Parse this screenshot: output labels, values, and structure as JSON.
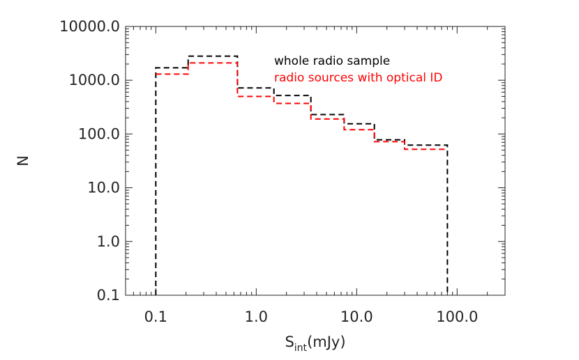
{
  "chart_data": {
    "type": "line",
    "xscale": "log",
    "yscale": "log",
    "xlim": [
      0.05,
      300
    ],
    "ylim": [
      0.1,
      10000
    ],
    "xlabel_main": "S",
    "xlabel_sub": "int",
    "xlabel_unit": "(mJy)",
    "ylabel": "N",
    "xticks": [
      "0.1",
      "1.0",
      "10.0",
      "100.0"
    ],
    "yticks": [
      "0.1",
      "1.0",
      "10.0",
      "100.0",
      "1000.0",
      "10000.0"
    ],
    "legend_position": "top-right",
    "series": [
      {
        "name": "whole radio sample",
        "color": "#000000",
        "bin_edges": [
          0.1,
          0.21,
          0.65,
          1.5,
          3.5,
          7.5,
          15,
          30,
          80
        ],
        "values": [
          1700,
          2800,
          720,
          520,
          230,
          155,
          78,
          62
        ]
      },
      {
        "name": "radio sources with optical ID",
        "color": "#ff0000",
        "bin_edges": [
          0.1,
          0.21,
          0.65,
          1.5,
          3.5,
          7.5,
          15,
          30,
          80
        ],
        "values": [
          1300,
          2100,
          500,
          370,
          190,
          120,
          72,
          52
        ]
      }
    ]
  }
}
